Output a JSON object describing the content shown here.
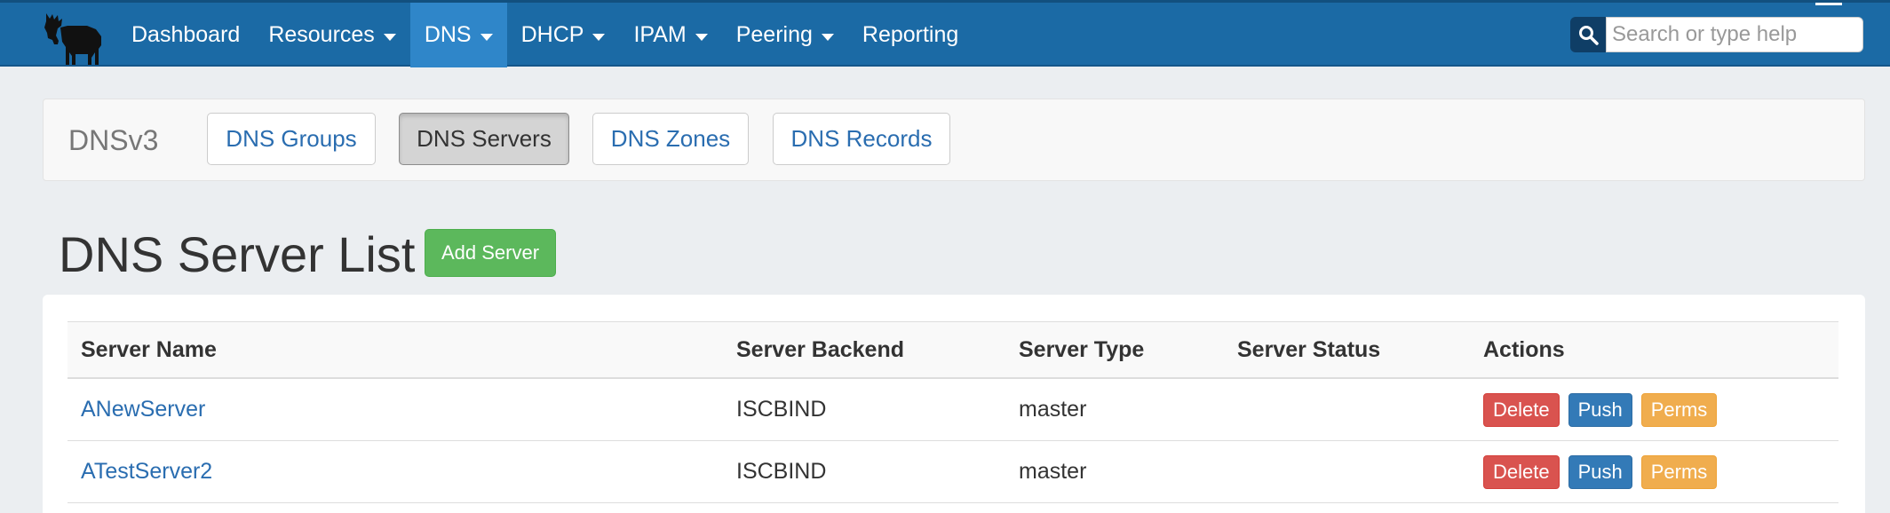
{
  "navbar": {
    "items": [
      {
        "label": "Dashboard",
        "dropdown": false,
        "active": false
      },
      {
        "label": "Resources",
        "dropdown": true,
        "active": false
      },
      {
        "label": "DNS",
        "dropdown": true,
        "active": true
      },
      {
        "label": "DHCP",
        "dropdown": true,
        "active": false
      },
      {
        "label": "IPAM",
        "dropdown": true,
        "active": false
      },
      {
        "label": "Peering",
        "dropdown": true,
        "active": false
      },
      {
        "label": "Reporting",
        "dropdown": false,
        "active": false
      }
    ],
    "search": {
      "placeholder": "Search or type help",
      "value": ""
    },
    "logo_icon": "moose-icon"
  },
  "subnav": {
    "brand": "DNSv3",
    "buttons": [
      {
        "label": "DNS Groups",
        "active": false
      },
      {
        "label": "DNS Servers",
        "active": true
      },
      {
        "label": "DNS Zones",
        "active": false
      },
      {
        "label": "DNS Records",
        "active": false
      }
    ]
  },
  "page": {
    "title": "DNS Server List",
    "add_button": "Add Server"
  },
  "table": {
    "headers": [
      "Server Name",
      "Server Backend",
      "Server Type",
      "Server Status",
      "Actions"
    ],
    "rows": [
      {
        "name": "ANewServer",
        "backend": "ISCBIND",
        "type": "master",
        "status": ""
      },
      {
        "name": "ATestServer2",
        "backend": "ISCBIND",
        "type": "master",
        "status": ""
      }
    ],
    "actions": {
      "delete": "Delete",
      "push": "Push",
      "perms": "Perms"
    }
  },
  "colors": {
    "navbar": "#1b6aa5",
    "nav_active": "#2f86c9",
    "link": "#2a6db0",
    "success": "#5cb85c",
    "danger": "#d9534f",
    "primary": "#337ab7",
    "warning": "#f0ad4e"
  }
}
